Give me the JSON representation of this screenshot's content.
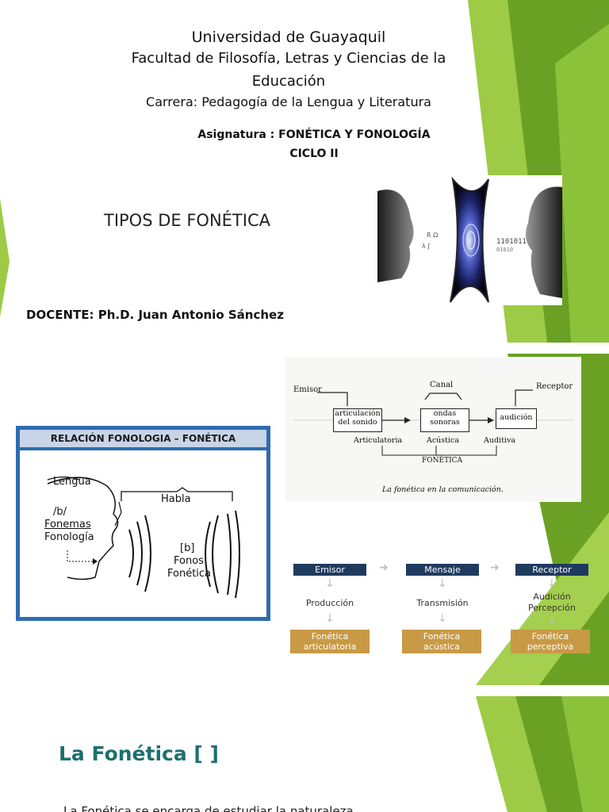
{
  "slide1": {
    "university": "Universidad de Guayaquil",
    "faculty_line1": "Facultad de Filosofía, Letras y Ciencias de la",
    "faculty_line2": "Educación",
    "career": "Carrera: Pedagogía de la Lengua y Literatura",
    "subject": "Asignatura : FONÉTICA Y FONOLOGÍA",
    "cycle": "CICLO II",
    "topic": "TIPOS DE FONÉTICA",
    "teacher": "DOCENTE: Ph.D. Juan Antonio Sánchez",
    "binary_a": "1101011",
    "binary_b": "01010"
  },
  "slide2": {
    "left_figure": {
      "title": "RELACIÓN FONOLOGIA – FONÉTICA",
      "lengua": "Lengua",
      "habla": "Habla",
      "phoneme": "/b/",
      "fonemas": "Fonemas",
      "fonologia": "Fonología",
      "phone": "[b]",
      "fonos": "Fonos",
      "fonetica": "Fonética"
    },
    "comm_diagram": {
      "emisor": "Emisor",
      "canal": "Canal",
      "receptor": "Receptor",
      "box1": "articulación del sonido",
      "box2": "ondas sonoras",
      "box3": "audición",
      "articulatoria": "Articulatoria",
      "acustica": "Acústica",
      "auditiva": "Auditiva",
      "fonetica": "FONÉTICA",
      "caption": "La fonética en la comunicación."
    },
    "flow": {
      "emisor": "Emisor",
      "mensaje": "Mensaje",
      "receptor": "Receptor",
      "produccion": "Producción",
      "transmision": "Transmisión",
      "audicion": "Audición",
      "percepcion": "Percepción",
      "fon_art_1": "Fonética",
      "fon_art_2": "articulatoria",
      "fon_ac_1": "Fonética",
      "fon_ac_2": "acústica",
      "fon_per_1": "Fonética",
      "fon_per_2": "perceptiva"
    }
  },
  "slide3": {
    "title": "La Fonética [ ]",
    "body_partial": "La Fonética se encarga de estudiar la naturaleza"
  },
  "colors": {
    "green_dark": "#6aa124",
    "green_light": "#a4cf4f",
    "navy": "#1f3a5f",
    "gold": "#c89a45",
    "teal_title": "#1f6f6f"
  }
}
